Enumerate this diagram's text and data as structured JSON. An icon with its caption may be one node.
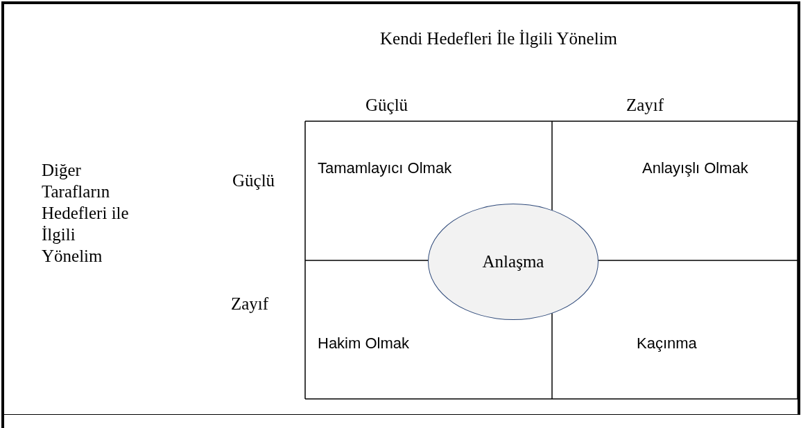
{
  "diagram": {
    "nodes": [
      {
        "text": [
          "Tamamlayıcı Olmak"
        ]
      },
      {
        "text": [
          "Anlayışlı Olmak"
        ]
      },
      {
        "text": [
          "Anlaşma"
        ]
      },
      {
        "text": [
          "Hakim Olmak"
        ]
      },
      {
        "text": [
          "Kaçınma"
        ]
      }
    ],
    "labels": [
      "Kendi Hedefleri İle İlgili Yönelim",
      "Güçlü",
      "Zayıf",
      "Diğer Tarafların Hedefleri ile İlgili Yönelim",
      "Güçlü",
      "Zayıf"
    ]
  }
}
